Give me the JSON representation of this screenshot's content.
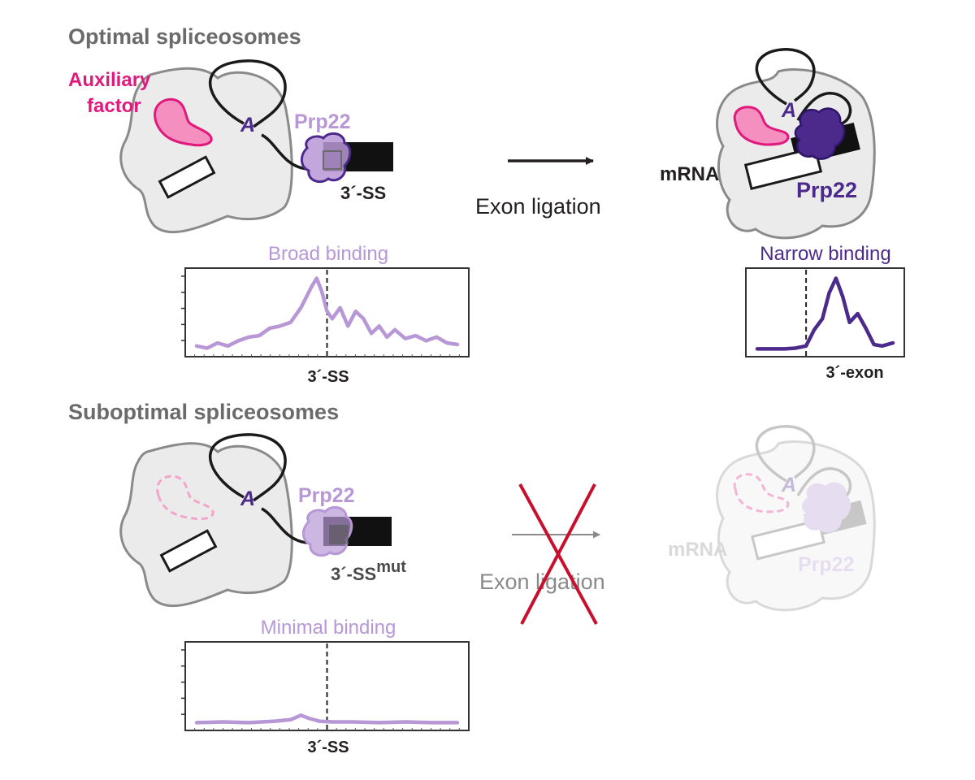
{
  "optimal": {
    "title": "Optimal spliceosomes",
    "auxiliary_line1": "Auxiliary",
    "auxiliary_line2": "factor",
    "branch_label": "A",
    "prp22_label": "Prp22",
    "ss_label": "3´-SS",
    "arrow_label": "Exon ligation",
    "after_branch_label": "A",
    "after_mrna_label": "mRNA",
    "after_prp22_label": "Prp22"
  },
  "suboptimal": {
    "title": "Suboptimal spliceosomes",
    "branch_label": "A",
    "prp22_label": "Prp22",
    "ss_label": "3´-SS",
    "ss_superscript": "mut",
    "arrow_label": "Exon ligation",
    "after_branch_label": "A",
    "after_mrna_label": "mRNA",
    "after_prp22_label": "Prp22"
  },
  "colors": {
    "spliceosome_fill": "#ebebeb",
    "spliceosome_stroke": "#8a8a8a",
    "auxiliary": "#e0197d",
    "prp22_light": "#b797d6",
    "prp22_dark": "#4b2a8c",
    "cross": "#c8102e"
  },
  "chart_data": [
    {
      "type": "line",
      "title": "Broad binding",
      "xlabel": "3´-SS",
      "color": "#b797d6",
      "reference_line": "dashed",
      "x": [
        0,
        0.04,
        0.08,
        0.12,
        0.16,
        0.2,
        0.24,
        0.28,
        0.32,
        0.36,
        0.4,
        0.44,
        0.46,
        0.48,
        0.5,
        0.52,
        0.55,
        0.58,
        0.61,
        0.64,
        0.67,
        0.7,
        0.73,
        0.76,
        0.8,
        0.84,
        0.88,
        0.92,
        0.96,
        1
      ],
      "y": [
        0.08,
        0.05,
        0.12,
        0.08,
        0.15,
        0.2,
        0.22,
        0.32,
        0.35,
        0.4,
        0.6,
        0.88,
        1.0,
        0.82,
        0.55,
        0.45,
        0.6,
        0.35,
        0.55,
        0.45,
        0.25,
        0.35,
        0.2,
        0.3,
        0.18,
        0.22,
        0.15,
        0.2,
        0.12,
        0.1
      ],
      "ylim": [
        0,
        1.05
      ]
    },
    {
      "type": "line",
      "title": "Narrow binding",
      "xlabel": "3´-exon",
      "color": "#4b2a8c",
      "reference_line": "dashed",
      "x": [
        0,
        0.1,
        0.2,
        0.28,
        0.36,
        0.42,
        0.48,
        0.53,
        0.58,
        0.63,
        0.68,
        0.74,
        0.8,
        0.86,
        0.92,
        1
      ],
      "y": [
        0.04,
        0.04,
        0.04,
        0.05,
        0.08,
        0.3,
        0.45,
        0.8,
        1.0,
        0.75,
        0.4,
        0.52,
        0.32,
        0.1,
        0.08,
        0.12
      ],
      "ylim": [
        0,
        1.05
      ]
    },
    {
      "type": "line",
      "title": "Minimal binding",
      "xlabel": "3´-SS",
      "color": "#b797d6",
      "reference_line": "dashed",
      "x": [
        0,
        0.1,
        0.2,
        0.3,
        0.36,
        0.4,
        0.43,
        0.47,
        0.52,
        0.6,
        0.7,
        0.8,
        0.9,
        1
      ],
      "y": [
        0.04,
        0.05,
        0.04,
        0.06,
        0.08,
        0.14,
        0.1,
        0.06,
        0.05,
        0.05,
        0.04,
        0.05,
        0.04,
        0.04
      ],
      "ylim": [
        0,
        1.05
      ]
    }
  ]
}
